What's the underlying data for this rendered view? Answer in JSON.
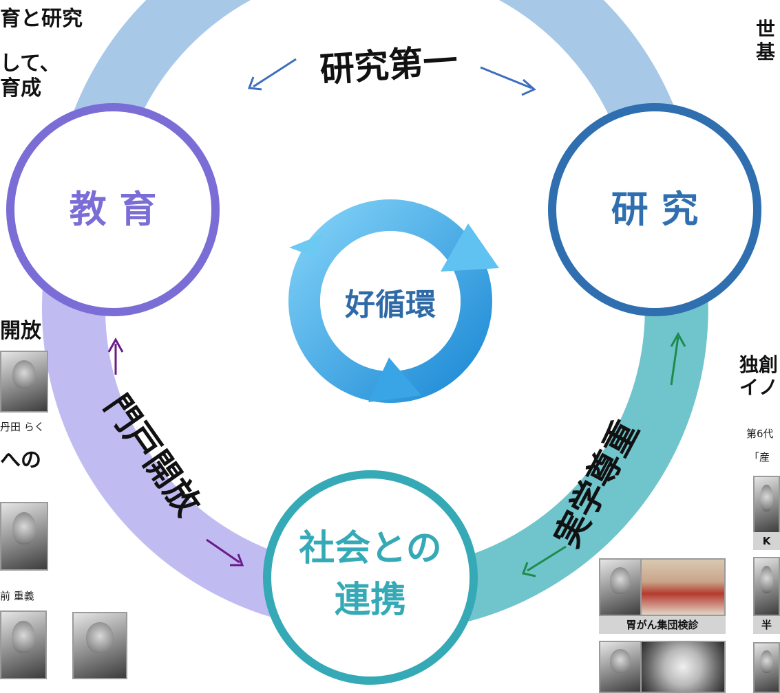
{
  "colors": {
    "education": "#7a6dd6",
    "research": "#2f6fb0",
    "society": "#35aab6",
    "arc_top": "#a8c8e8",
    "arc_left": "#c0bcf2",
    "arc_right": "#70c4cc",
    "cycle": "#3aa5e6"
  },
  "nodes": {
    "education": "教 育",
    "research": "研 究",
    "society_line1": "社会との",
    "society_line2": "連携"
  },
  "center": "好循環",
  "edges": {
    "top": "研究第一",
    "left": "門戸開放",
    "right": "実学尊重"
  },
  "left_panel": {
    "heading1_line1": "育と研究",
    "heading1_line2": "して、",
    "heading1_line3": "育成",
    "heading2": "開放",
    "caption1": "丹田 らく",
    "heading3": "への",
    "caption2": "前 重義"
  },
  "right_panel": {
    "heading1_line1": "世",
    "heading1_line2": "基",
    "heading2_line1": "独創",
    "heading2_line2": "イノ",
    "sub1": "第6代",
    "sub2": "「産",
    "photo_caption_partial1": "K",
    "photo_caption_partial2": "半"
  },
  "photo_captions": {
    "gastric": "胃がん集団検診"
  }
}
